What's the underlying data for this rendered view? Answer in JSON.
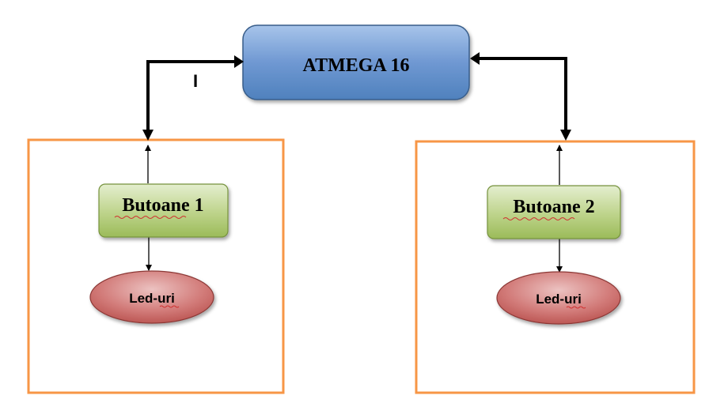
{
  "diagram": {
    "main_node": {
      "label": "ATMEGA 16"
    },
    "left_group": {
      "buttons_label": "Butoane 1",
      "leds_label": "Led-uri"
    },
    "right_group": {
      "buttons_label": "Butoane 2",
      "leds_label": "Led-uri"
    },
    "connector_label": "I",
    "colors": {
      "main_node_top": "#8db3e2",
      "main_node_bottom": "#4f81bd",
      "main_node_border": "#385d8a",
      "buttons_top": "#d7e4bd",
      "buttons_bottom": "#9bbb59",
      "buttons_border": "#76923c",
      "leds_top": "#e6b9b8",
      "leds_bottom": "#c0504d",
      "leds_border": "#8c3836",
      "group_border": "#f79646",
      "arrow": "#000000"
    }
  }
}
